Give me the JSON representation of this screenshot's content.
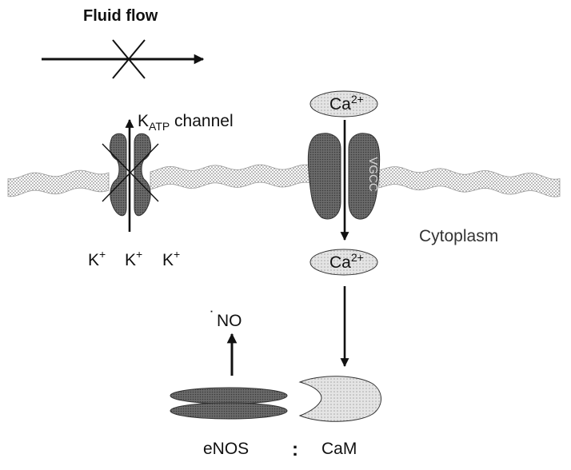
{
  "fluid_flow": {
    "label": "Fluid flow"
  },
  "katp": {
    "k": "K",
    "sub": "ATP",
    "rest": " channel"
  },
  "potassium": {
    "k": "K",
    "sup": "+"
  },
  "calcium": {
    "ca": "Ca",
    "sup": "2+"
  },
  "vgcc": {
    "label": "VGCC"
  },
  "cytoplasm": {
    "label": "Cytoplasm"
  },
  "no": {
    "dot": "˙",
    "label": "NO"
  },
  "enos": {
    "label": "eNOS"
  },
  "separator": {
    "label": ":"
  },
  "cam": {
    "label": "CaM"
  }
}
